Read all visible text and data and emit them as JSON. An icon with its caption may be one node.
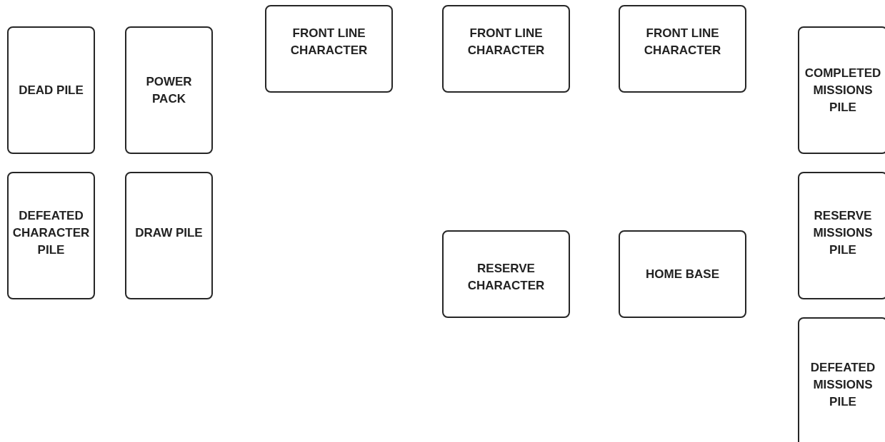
{
  "diagram": {
    "nodes": [
      {
        "text": [
          "DEAD PILE"
        ]
      },
      {
        "text": [
          "POWER PACK"
        ]
      },
      {
        "text": [
          "FRONT LINE CHARACTER"
        ]
      },
      {
        "text": [
          "FRONT LINE CHARACTER"
        ]
      },
      {
        "text": [
          "FRONT LINE CHARACTER"
        ]
      },
      {
        "text": [
          "COMPLETED MISSIONS PILE"
        ]
      },
      {
        "text": [
          "DEFEATED CHARACTER PILE"
        ]
      },
      {
        "text": [
          "DRAW PILE"
        ]
      },
      {
        "text": [
          "RESERVE CHARACTER"
        ]
      },
      {
        "text": [
          "HOME BASE"
        ]
      },
      {
        "text": [
          "RESERVE MISSIONS PILE"
        ]
      },
      {
        "text": [
          "DEFEATED MISSIONS PILE"
        ]
      }
    ]
  }
}
